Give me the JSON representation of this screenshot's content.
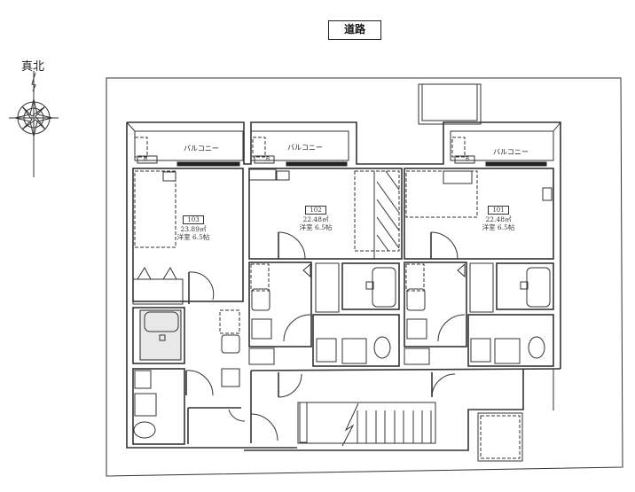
{
  "road_label": "道路",
  "north_label": "真北",
  "balconies": [
    {
      "label": "バルコニー"
    },
    {
      "label": "バルコニー"
    },
    {
      "label": "バルコニー"
    }
  ],
  "units": [
    {
      "number": "103",
      "area": "23.89㎡",
      "room": "洋室 6.5帖"
    },
    {
      "number": "102",
      "area": "22.48㎡",
      "room": "洋室 6.5帖"
    },
    {
      "number": "101",
      "area": "22.48㎡",
      "room": "洋室 6.5帖"
    }
  ],
  "small_labels": {
    "b103": "B",
    "b102": "B",
    "b101": "B"
  }
}
